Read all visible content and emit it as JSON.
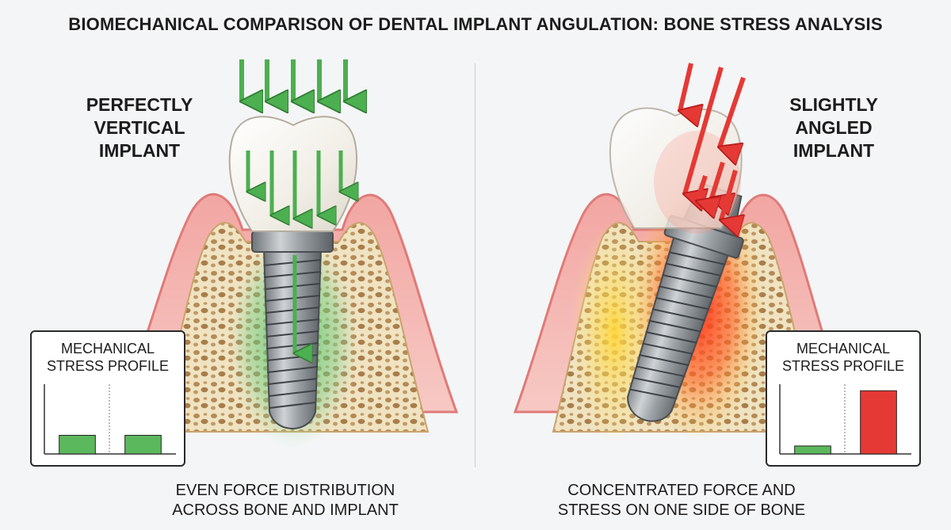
{
  "title": "BIOMECHANICAL COMPARISON OF DENTAL IMPLANT ANGULATION: BONE STRESS ANALYSIS",
  "left_panel": {
    "label_lines": [
      "PERFECTLY",
      "VERTICAL",
      "IMPLANT"
    ],
    "caption_lines": [
      "EVEN FORCE DISTRIBUTION",
      "ACROSS BONE AND IMPLANT"
    ],
    "stress_profile": {
      "title_lines": [
        "MECHANICAL",
        "STRESS PROFILE"
      ],
      "bars": [
        {
          "value": 0.28,
          "color": "#5cb85c"
        },
        {
          "value": 0.28,
          "color": "#5cb85c"
        }
      ]
    },
    "force_color": "#4caf50",
    "bone_glow_color": "#58c46a"
  },
  "right_panel": {
    "label_lines": [
      "SLIGHTLY",
      "ANGLED",
      "IMPLANT"
    ],
    "caption_lines": [
      "CONCENTRATED FORCE AND",
      "STRESS ON ONE SIDE OF BONE"
    ],
    "stress_profile": {
      "title_lines": [
        "MECHANICAL",
        "STRESS PROFILE"
      ],
      "bars": [
        {
          "value": 0.12,
          "color": "#5cb85c"
        },
        {
          "value": 0.95,
          "color": "#e53935"
        }
      ]
    },
    "force_color": "#e53935",
    "bone_glow_color": "#ff3b1f"
  }
}
